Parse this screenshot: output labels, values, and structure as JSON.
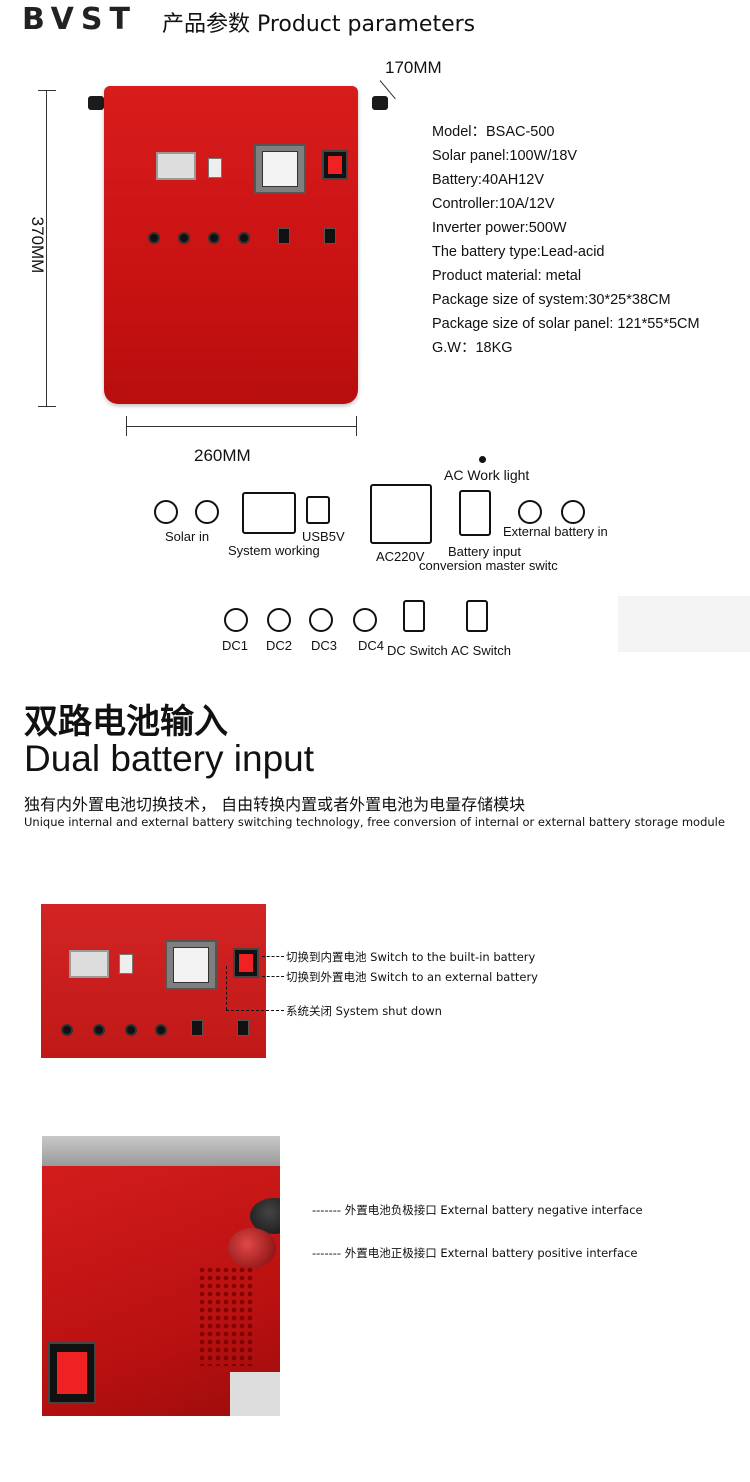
{
  "header": {
    "logo": "BVST",
    "title": "产品参数 Product parameters"
  },
  "dimensions": {
    "depth": "170MM",
    "height": "370MM",
    "width": "260MM"
  },
  "specs": [
    "Model：BSAC-500",
    "Solar panel:100W/18V",
    "Battery:40AH12V",
    "Controller:10A/12V",
    "Inverter power:500W",
    "The battery type:Lead-acid",
    "Product material: metal",
    "Package size of system:30*25*38CM",
    "Package size of solar panel: 121*55*5CM",
    "G.W：18KG"
  ],
  "panel_labels": {
    "solar_in": "Solar in",
    "system_working": "System working",
    "usb5v": "USB5V",
    "ac220v": "AC220V",
    "ac_work_light": "AC Work light",
    "battery_input": "Battery input",
    "conversion_switch": "conversion master switc",
    "external_battery_in": "External battery in",
    "dc1": "DC1",
    "dc2": "DC2",
    "dc3": "DC3",
    "dc4": "DC4",
    "dc_switch": "DC  Switch",
    "ac_switch": "AC  Switch"
  },
  "dual_battery": {
    "heading_cn": "双路电池输入",
    "heading_en": "Dual battery input",
    "sub_cn": "独有内外置电池切换技术， 自由转换内置或者外置电池为电量存储模块",
    "sub_en": "Unique internal and external battery switching technology, free conversion of internal or external battery storage module"
  },
  "switch_callouts": {
    "builtin": "切换到内置电池 Switch to the built-in battery",
    "external": "切换到外置电池 Switch to an external battery",
    "shutdown": "系统关闭 System shut down"
  },
  "terminal_callouts": {
    "negative": "外置电池负极接口 External battery negative interface",
    "positive": "外置电池正极接口 External battery positive interface"
  },
  "colors": {
    "product_red": "#c91212",
    "text": "#111111"
  }
}
